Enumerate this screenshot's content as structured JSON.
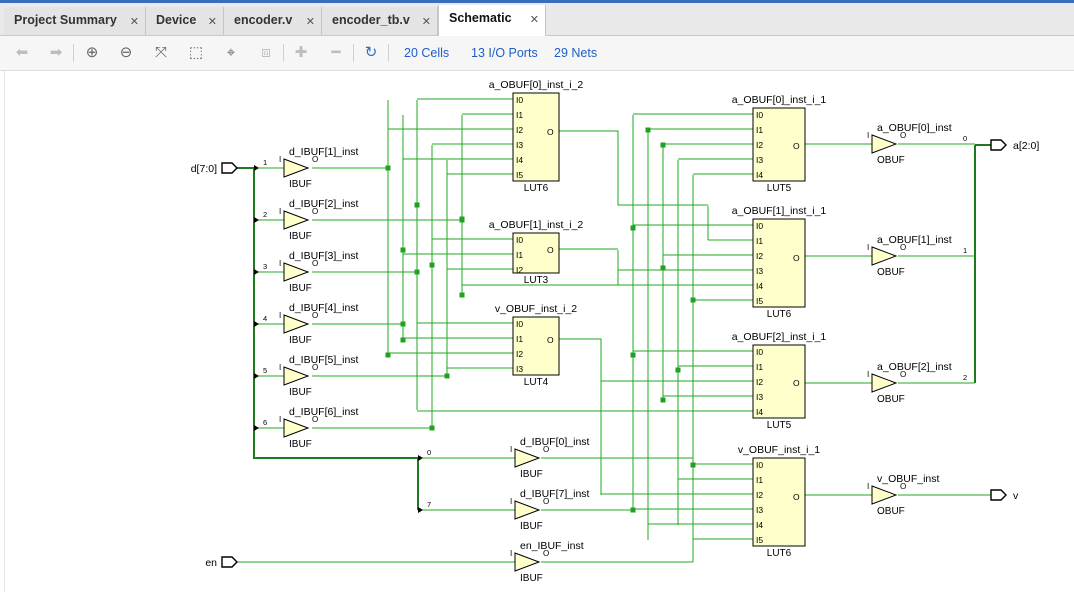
{
  "tabs": [
    {
      "label": "Project Summary"
    },
    {
      "label": "Device"
    },
    {
      "label": "encoder.v"
    },
    {
      "label": "encoder_tb.v"
    },
    {
      "label": "Schematic"
    }
  ],
  "toolbar": {
    "cells": "20 Cells",
    "io_ports": "13 I/O Ports",
    "nets": "29 Nets",
    "icons": [
      "back-icon",
      "forward-icon",
      "zoom-in-icon",
      "zoom-out-icon",
      "fit-icon",
      "zoom-area-icon",
      "crosshair-icon",
      "regenerate-icon",
      "add-icon",
      "remove-icon",
      "refresh-icon"
    ]
  },
  "ports": {
    "d": "d[7:0]",
    "en": "en",
    "a": "a[2:0]",
    "v": "v"
  },
  "bus_taps": {
    "d": [
      "1",
      "2",
      "3",
      "4",
      "5",
      "6",
      "0",
      "7"
    ],
    "a": [
      "0",
      "1",
      "2"
    ]
  },
  "ibufs": [
    {
      "name": "d_IBUF[1]_inst",
      "type": "IBUF"
    },
    {
      "name": "d_IBUF[2]_inst",
      "type": "IBUF"
    },
    {
      "name": "d_IBUF[3]_inst",
      "type": "IBUF"
    },
    {
      "name": "d_IBUF[4]_inst",
      "type": "IBUF"
    },
    {
      "name": "d_IBUF[5]_inst",
      "type": "IBUF"
    },
    {
      "name": "d_IBUF[6]_inst",
      "type": "IBUF"
    },
    {
      "name": "d_IBUF[0]_inst",
      "type": "IBUF"
    },
    {
      "name": "d_IBUF[7]_inst",
      "type": "IBUF"
    },
    {
      "name": "en_IBUF_inst",
      "type": "IBUF"
    }
  ],
  "obufs": [
    {
      "name": "a_OBUF[0]_inst",
      "type": "OBUF"
    },
    {
      "name": "a_OBUF[1]_inst",
      "type": "OBUF"
    },
    {
      "name": "a_OBUF[2]_inst",
      "type": "OBUF"
    },
    {
      "name": "v_OBUF_inst",
      "type": "OBUF"
    }
  ],
  "luts": [
    {
      "name": "a_OBUF[0]_inst_i_2",
      "type": "LUT6",
      "pins": [
        "I0",
        "I1",
        "I2",
        "I3",
        "I4",
        "I5"
      ]
    },
    {
      "name": "a_OBUF[1]_inst_i_2",
      "type": "LUT3",
      "pins": [
        "I0",
        "I1",
        "I2"
      ]
    },
    {
      "name": "v_OBUF_inst_i_2",
      "type": "LUT4",
      "pins": [
        "I0",
        "I1",
        "I2",
        "I3"
      ]
    },
    {
      "name": "a_OBUF[0]_inst_i_1",
      "type": "LUT5",
      "pins": [
        "I0",
        "I1",
        "I2",
        "I3",
        "I4"
      ]
    },
    {
      "name": "a_OBUF[1]_inst_i_1",
      "type": "LUT6",
      "pins": [
        "I0",
        "I1",
        "I2",
        "I3",
        "I4",
        "I5"
      ]
    },
    {
      "name": "a_OBUF[2]_inst_i_1",
      "type": "LUT5",
      "pins": [
        "I0",
        "I1",
        "I2",
        "I3",
        "I4"
      ]
    },
    {
      "name": "v_OBUF_inst_i_1",
      "type": "LUT6",
      "pins": [
        "I0",
        "I1",
        "I2",
        "I3",
        "I4",
        "I5"
      ]
    }
  ],
  "pin_labels": {
    "in": "I",
    "out": "O"
  },
  "colors": {
    "wire": "#1fa81f",
    "bus": "#1d7a1d",
    "cell_fill": "#ffffcc",
    "link": "#1d5fc6",
    "accent": "#3b6dbf"
  }
}
